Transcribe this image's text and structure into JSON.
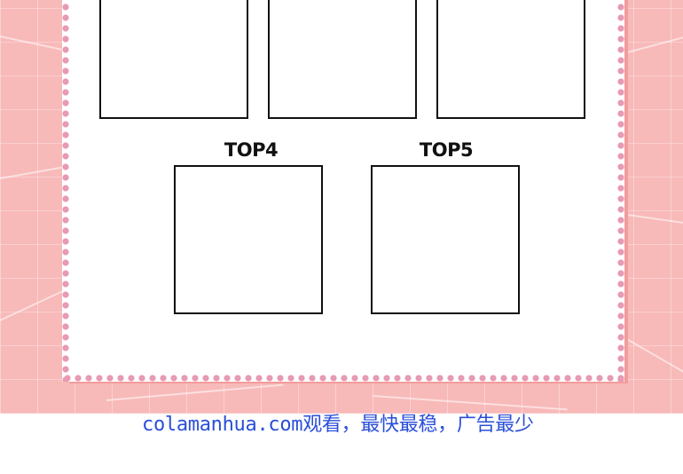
{
  "slots": [
    {
      "label": ""
    },
    {
      "label": ""
    },
    {
      "label": ""
    },
    {
      "label": "TOP4"
    },
    {
      "label": "TOP5"
    }
  ],
  "watermark": {
    "text": "colamanhua.com观看，最快最稳，广告最少",
    "color": "#2a4fd8"
  },
  "colors": {
    "background_pink": "#f8b9b9",
    "dot_border": "#e79ab4",
    "card": "#ffffff"
  }
}
